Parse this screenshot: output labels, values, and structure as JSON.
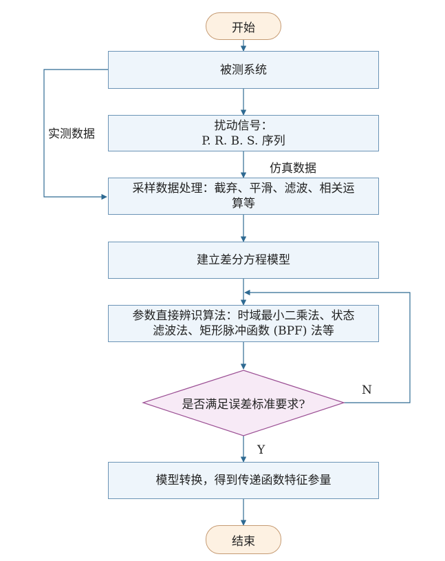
{
  "flow": {
    "start": "开始",
    "system": "被测系统",
    "signal_line1": "扰动信号：",
    "signal_line2": "P. R. B. S. 序列",
    "sampling_line1": "采样数据处理：截弃、平滑、滤波、相关运",
    "sampling_line2": "算等",
    "model": "建立差分方程模型",
    "identify_line1": "参数直接辨识算法：时域最小二乘法、状态",
    "identify_line2": "滤波法、矩形脉冲函数 (BPF) 法等",
    "decision": "是否满足误差标准要求?",
    "transform": "模型转换，得到传递函数特征参量",
    "end": "结束"
  },
  "labels": {
    "measured_data": "实测数据",
    "sim_data": "仿真数据",
    "yes": "Y",
    "no": "N"
  }
}
